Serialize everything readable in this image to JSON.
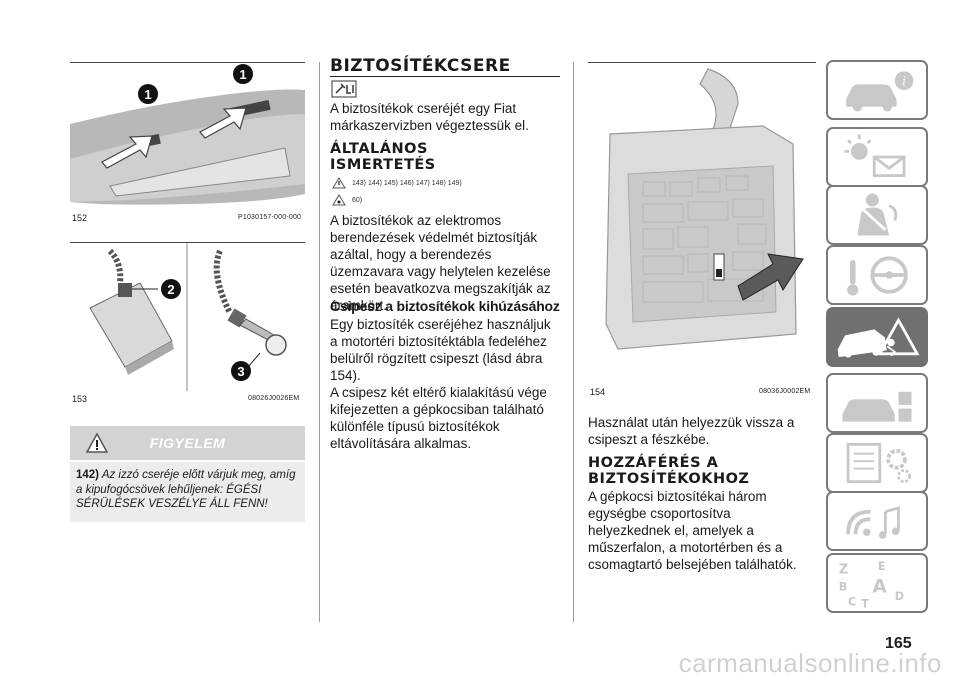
{
  "figures": {
    "f152": {
      "num": "152",
      "code": "P1030157-000-000"
    },
    "f153": {
      "num": "153",
      "code": "08026J0026EM"
    },
    "f154": {
      "num": "154",
      "code": "08036J0002EM"
    }
  },
  "callouts": {
    "c1a": "1",
    "c1b": "1",
    "c2": "2",
    "c3": "3"
  },
  "warning": {
    "title": "FIGYELEM",
    "number": "142)",
    "text": "Az izzó cseréje előtt várjuk meg, amíg a kipufogócsövek lehűljenek: ÉGÉSI SÉRÜLÉSEK VESZÉLYE ÁLL FENN!"
  },
  "section": {
    "title": "BIZTOSÍTÉKCSERE",
    "intro": "A biztosítékok cseréjét egy Fiat márkaszervizben végeztessük el."
  },
  "general": {
    "title_line1": "ÁLTALÁNOS",
    "title_line2": "ISMERTETÉS",
    "refs1": "143)   144)   145)   146)   147)   148)   149)",
    "refs2": "60)",
    "text": "A biztosítékok az elektromos berendezések védelmét biztosítják azáltal, hogy a berendezés üzemzavara vagy helytelen kezelése esetén beavatkozva megszakítják az áramkört."
  },
  "tweezers": {
    "title": "Csipesz a biztosítékok kihúzásához",
    "text1": "Egy biztosíték cseréjéhez használjuk a motortéri biztosítéktábla fedeléhez belülről rögzített csipeszt (lásd ábra 154).",
    "text2": "A csipesz két eltérő kialakítású vége kifejezetten a gépkocsiban található különféle típusú biztosítékok eltávolítására alkalmas."
  },
  "after_use": "Használat után helyezzük vissza a csipeszt a fészkébe.",
  "access": {
    "title_line1": "HOZZÁFÉRÉS A",
    "title_line2": "BIZTOSÍTÉKOKHOZ",
    "text": "A gépkocsi biztosítékai három egységbe csoportosítva helyezkednek el, amelyek a műszerfalon, a motortérben és a csomagtartó belsejében találhatók."
  },
  "page_number": "165",
  "watermark": "carmanualsonline.info",
  "colors": {
    "tab_active": "#707070",
    "tab_border": "#7a7a7a",
    "figure_bg": "#d4d4d4",
    "warning_bg": "#d3d3d3"
  }
}
